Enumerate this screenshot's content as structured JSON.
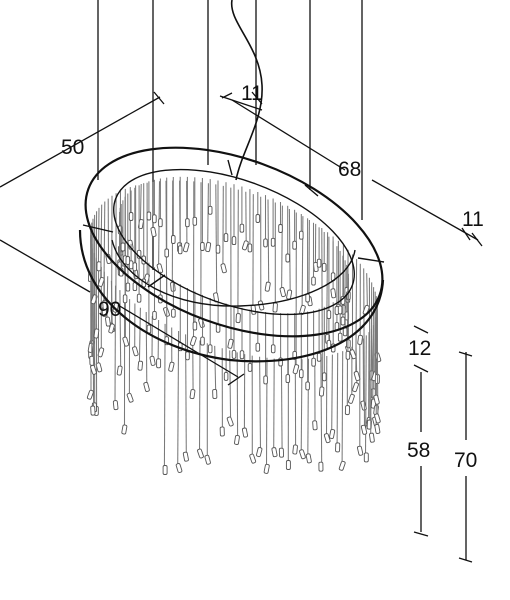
{
  "dimensions": {
    "ring_depth": "50",
    "ring_wall_top": "11",
    "ring_width": "68",
    "ring_wall_side": "11",
    "ring_length": "90",
    "band_height": "12",
    "crystal_drop": "58",
    "overall_height": "70"
  }
}
